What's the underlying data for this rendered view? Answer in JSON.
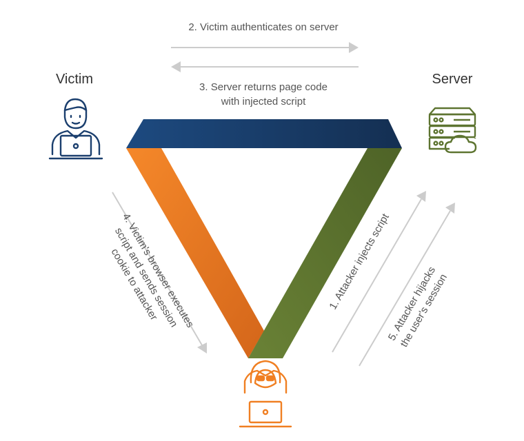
{
  "actors": {
    "victim": "Victim",
    "server": "Server"
  },
  "steps": {
    "step1": "1. Attacker injects script",
    "step2": "2. Victim authenticates on server",
    "step3_line1": "3. Server returns page code",
    "step3_line2": "with injected script",
    "step4_line1": "4. Victim's browser executes",
    "step4_line2": "script and sends session",
    "step4_line3": "cookie to attacker",
    "step5_line1": "5. Attacker hijacks",
    "step5_line2": "the user's session"
  },
  "icons": {
    "victim": "user-laptop-icon",
    "server": "server-cloud-icon",
    "attacker": "hooded-hacker-laptop-icon"
  },
  "colors": {
    "top_bar": "#1b3f6e",
    "left_bar": "#f07f22",
    "right_bar": "#5d7430",
    "victim_icon": "#1b3f6e",
    "server_icon": "#5d7430",
    "attacker_icon": "#f07f22",
    "arrow": "#cccccc"
  }
}
